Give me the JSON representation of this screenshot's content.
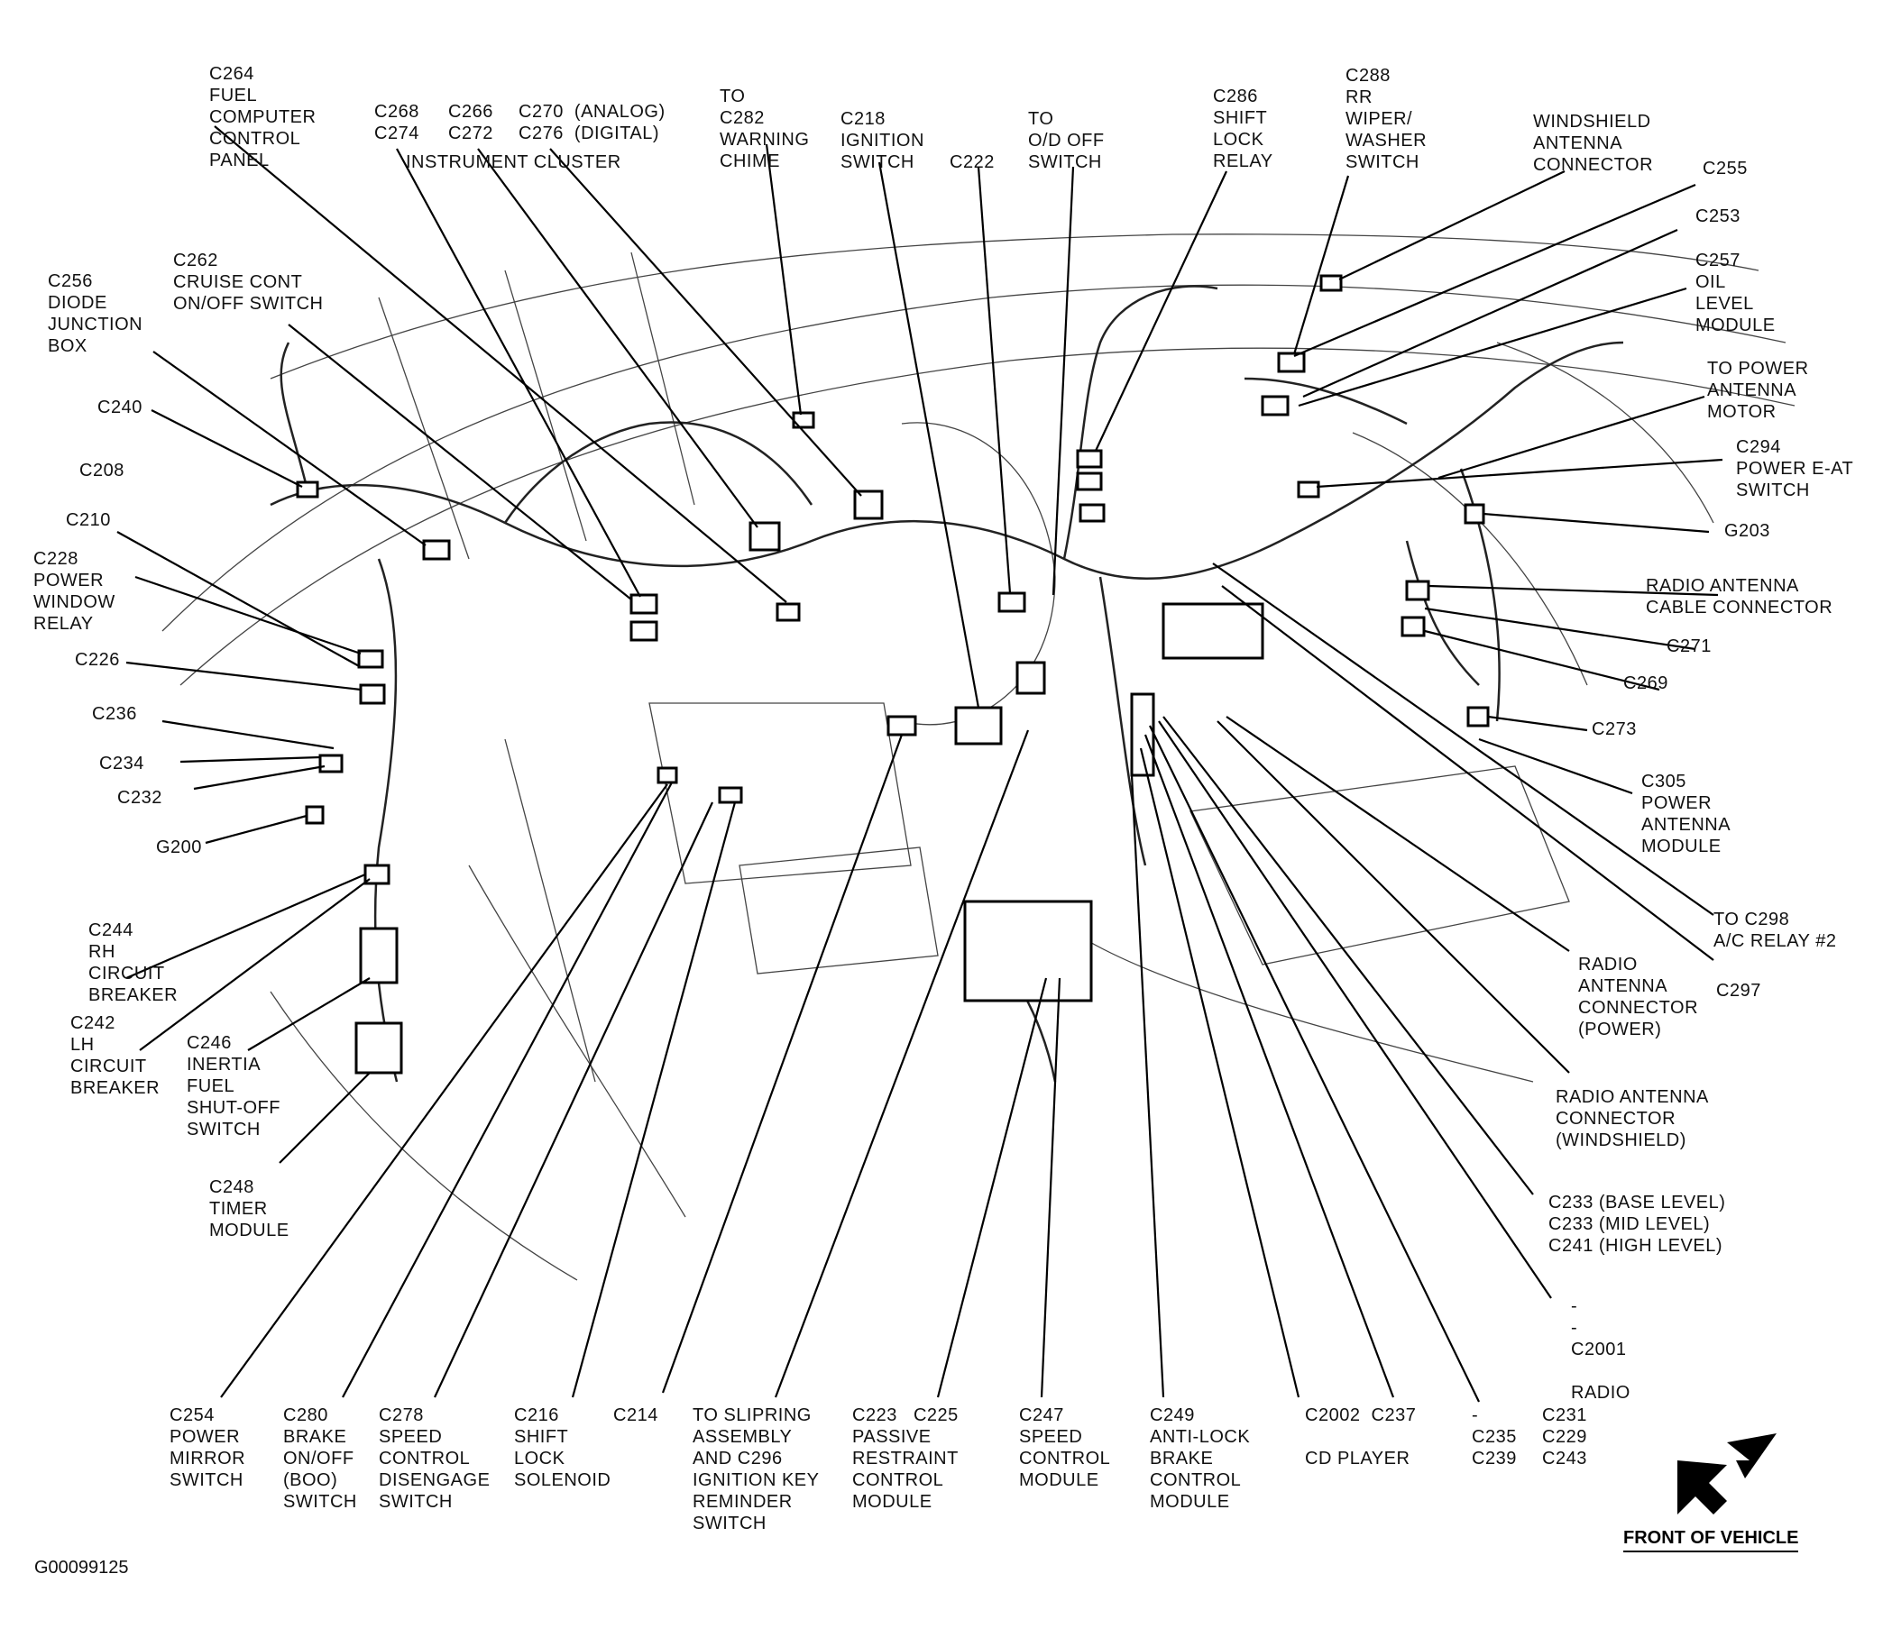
{
  "figure_id": "G00099125",
  "front_label": "FRONT OF VEHICLE",
  "labels": {
    "c264": "C264\nFUEL\nCOMPUTER\nCONTROL\nPANEL",
    "c268": "C268\nC274",
    "c266": "C266\nC272",
    "c270": "C270  (ANALOG)\nC276  (DIGITAL)",
    "cluster": "INSTRUMENT CLUSTER",
    "c282": "TO\nC282\nWARNING\nCHIME",
    "c218": "C218\nIGNITION\nSWITCH",
    "c222": "C222",
    "od": "TO\nO/D OFF\nSWITCH",
    "c286": "C286\nSHIFT\nLOCK\nRELAY",
    "c288": "C288\nRR\nWIPER/\nWASHER\nSWITCH",
    "windshield_ant": "WINDSHIELD\nANTENNA\nCONNECTOR",
    "c255": "C255",
    "c253": "C253",
    "c257": "C257\nOIL\nLEVEL\nMODULE",
    "pwr_ant_motor": "TO POWER\nANTENNA\nMOTOR",
    "c294": "C294\nPOWER E-AT\nSWITCH",
    "g203": "G203",
    "radio_ant_cable": "RADIO ANTENNA\nCABLE CONNECTOR",
    "c271": "C271",
    "c269": "C269",
    "c273": "C273",
    "c305": "C305\nPOWER\nANTENNA\nMODULE",
    "c298": "TO C298\nA/C RELAY #2",
    "c297": "C297",
    "radio_ant_power": "RADIO\nANTENNA\nCONNECTOR\n(POWER)",
    "radio_ant_ws": "RADIO ANTENNA\nCONNECTOR\n(WINDSHIELD)",
    "c233": "C233 (BASE LEVEL)\nC233 (MID LEVEL)\nC241 (HIGH LEVEL)",
    "radio": "-\n-\nC2001\n\nRADIO",
    "c231": "C231\nC229\nC243",
    "c235": "-\nC235\nC239",
    "c2002": "C2002  C237\n\nCD PLAYER",
    "c249": "C249\nANTI-LOCK\nBRAKE\nCONTROL\nMODULE",
    "c247": "C247\nSPEED\nCONTROL\nMODULE",
    "c223": "C223   C225\nPASSIVE\nRESTRAINT\nCONTROL\nMODULE",
    "slipring": "TO SLIPRING\nASSEMBLY\nAND C296\nIGNITION KEY\nREMINDER\nSWITCH",
    "c214": "C214",
    "c216": "C216\nSHIFT\nLOCK\nSOLENOID",
    "c278": "C278\nSPEED\nCONTROL\nDISENGAGE\nSWITCH",
    "c280": "C280\nBRAKE\nON/OFF\n(BOO)\nSWITCH",
    "c254": "C254\nPOWER\nMIRROR\nSWITCH",
    "c248": "C248\nTIMER\nMODULE",
    "c246": "C246\nINERTIA\nFUEL\nSHUT-OFF\nSWITCH",
    "c242": "C242\nLH\nCIRCUIT\nBREAKER",
    "c244": "C244\nRH\nCIRCUIT\nBREAKER",
    "g200": "G200",
    "c232": "C232",
    "c234": "C234",
    "c236": "C236",
    "c226": "C226",
    "c228": "C228\nPOWER\nWINDOW\nRELAY",
    "c210": "C210",
    "c208": "C208",
    "c240": "C240",
    "c256": "C256\nDIODE\nJUNCTION\nBOX",
    "c262": "C262\nCRUISE CONT\nON/OFF SWITCH"
  }
}
